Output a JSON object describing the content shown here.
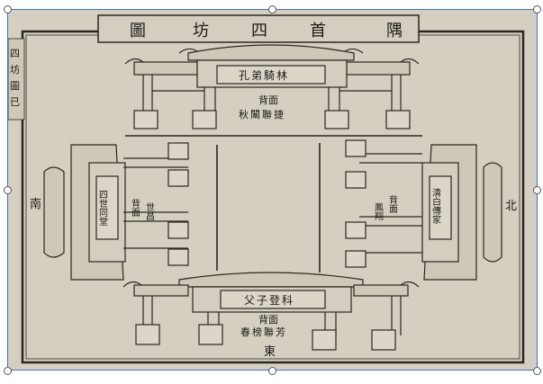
{
  "page": {
    "title_chars": [
      "圖",
      "坊",
      "四",
      "首",
      "隅"
    ],
    "side_note": [
      "四",
      "坊",
      "圖",
      "已"
    ],
    "compass": {
      "south": "南",
      "north": "北",
      "east": "東"
    },
    "gates": {
      "north": {
        "plaque": "孔弟騎林",
        "label": "背面",
        "back_plaque": "秋闈聯捷"
      },
      "west": {
        "plaque": "四世同堂",
        "label": "背面",
        "back_plaque": "世昌"
      },
      "east": {
        "plaque": "清白傳家",
        "label": "背面",
        "back_plaque": "鳳翔"
      },
      "south": {
        "plaque": "父子登科",
        "label": "背面",
        "back_plaque": "春榜聯芳"
      }
    }
  },
  "colors": {
    "paper": "#d9d3c6",
    "ink": "#1c1a16",
    "selection": "#3a72c9"
  }
}
